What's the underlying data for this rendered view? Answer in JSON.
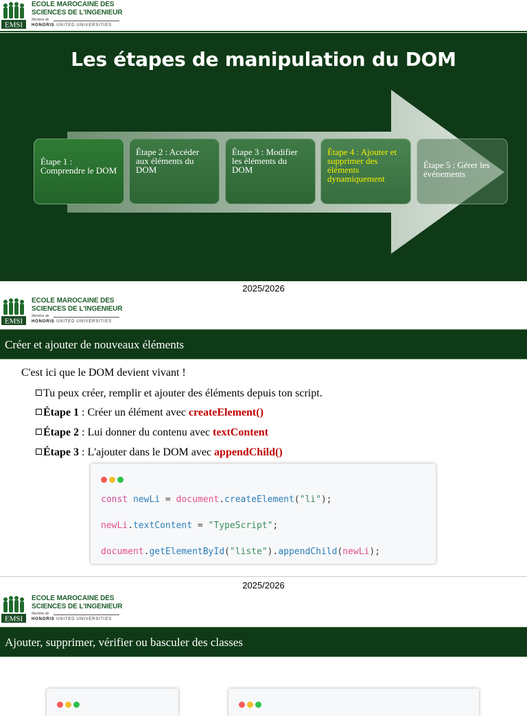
{
  "logo": {
    "line1": "ECOLE MAROCAINE DES",
    "line2": "SCIENCES DE L'INGENIEUR",
    "line3": "Membre de",
    "line4_a": "HONORIS",
    "line4_b": " UNITED UNIVERSITIES",
    "badge": "EMSI"
  },
  "slide1": {
    "title": "Les étapes de manipulation du DOM",
    "steps": [
      "Étape 1 : Comprendre le DOM",
      "Étape 2 : Accéder aux éléments du DOM",
      "Étape 3 : Modifier les éléments du DOM",
      "Étape 4 : Ajouter et supprimer des éléments dynamiquement",
      "Étape 5 : Gérer les événements"
    ],
    "year": "2025/2026"
  },
  "slide2": {
    "title": "Créer et ajouter de nouveaux éléments",
    "intro": "C'est ici que le DOM devient vivant !",
    "bullet1": "Tu peux créer, remplir et ajouter des éléments depuis ton script.",
    "bullet2": {
      "label": "Étape 1",
      "text": " : Créer un élément avec ",
      "kw": "createElement()"
    },
    "bullet3": {
      "label": "Étape 2",
      "text": " : Lui donner du contenu avec ",
      "kw": "textContent"
    },
    "bullet4": {
      "label": "Étape 3",
      "text": " : L'ajouter dans le DOM avec ",
      "kw": "appendChild()"
    },
    "code": {
      "l1": {
        "a": "const",
        "b": " newLi",
        "c": " = ",
        "d": "document",
        "e": ".",
        "f": "createElement",
        "g": "(",
        "h": "\"li\"",
        "i": ");"
      },
      "l2": {
        "a": "newLi",
        "b": ".",
        "c": "textContent",
        "d": " = ",
        "e": "\"TypeScript\"",
        "f": ";"
      },
      "l3": {
        "a": "document",
        "b": ".",
        "c": "getElementById",
        "d": "(",
        "e": "\"liste\"",
        "f": ").",
        "g": "appendChild",
        "h": "(",
        "i": "newLi",
        "j": ");"
      }
    },
    "year": "2025/2026"
  },
  "slide3": {
    "title": "Ajouter, supprimer, vérifier ou basculer des classes"
  }
}
